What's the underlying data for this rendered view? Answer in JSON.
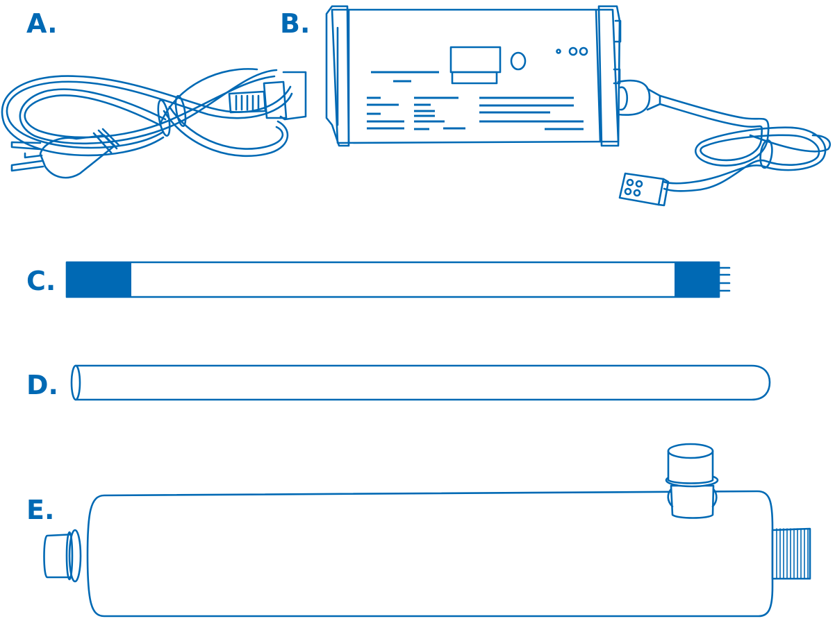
{
  "labels": {
    "a": "A.",
    "b": "B.",
    "c": "C.",
    "d": "D.",
    "e": "E."
  },
  "colors": {
    "line": "#0069b4",
    "background": "#ffffff"
  },
  "icons": {
    "a": "power-cord-icon",
    "b": "ballast-icon",
    "c": "uv-lamp-icon",
    "d": "quartz-sleeve-icon",
    "e": "reactor-chamber-icon"
  }
}
